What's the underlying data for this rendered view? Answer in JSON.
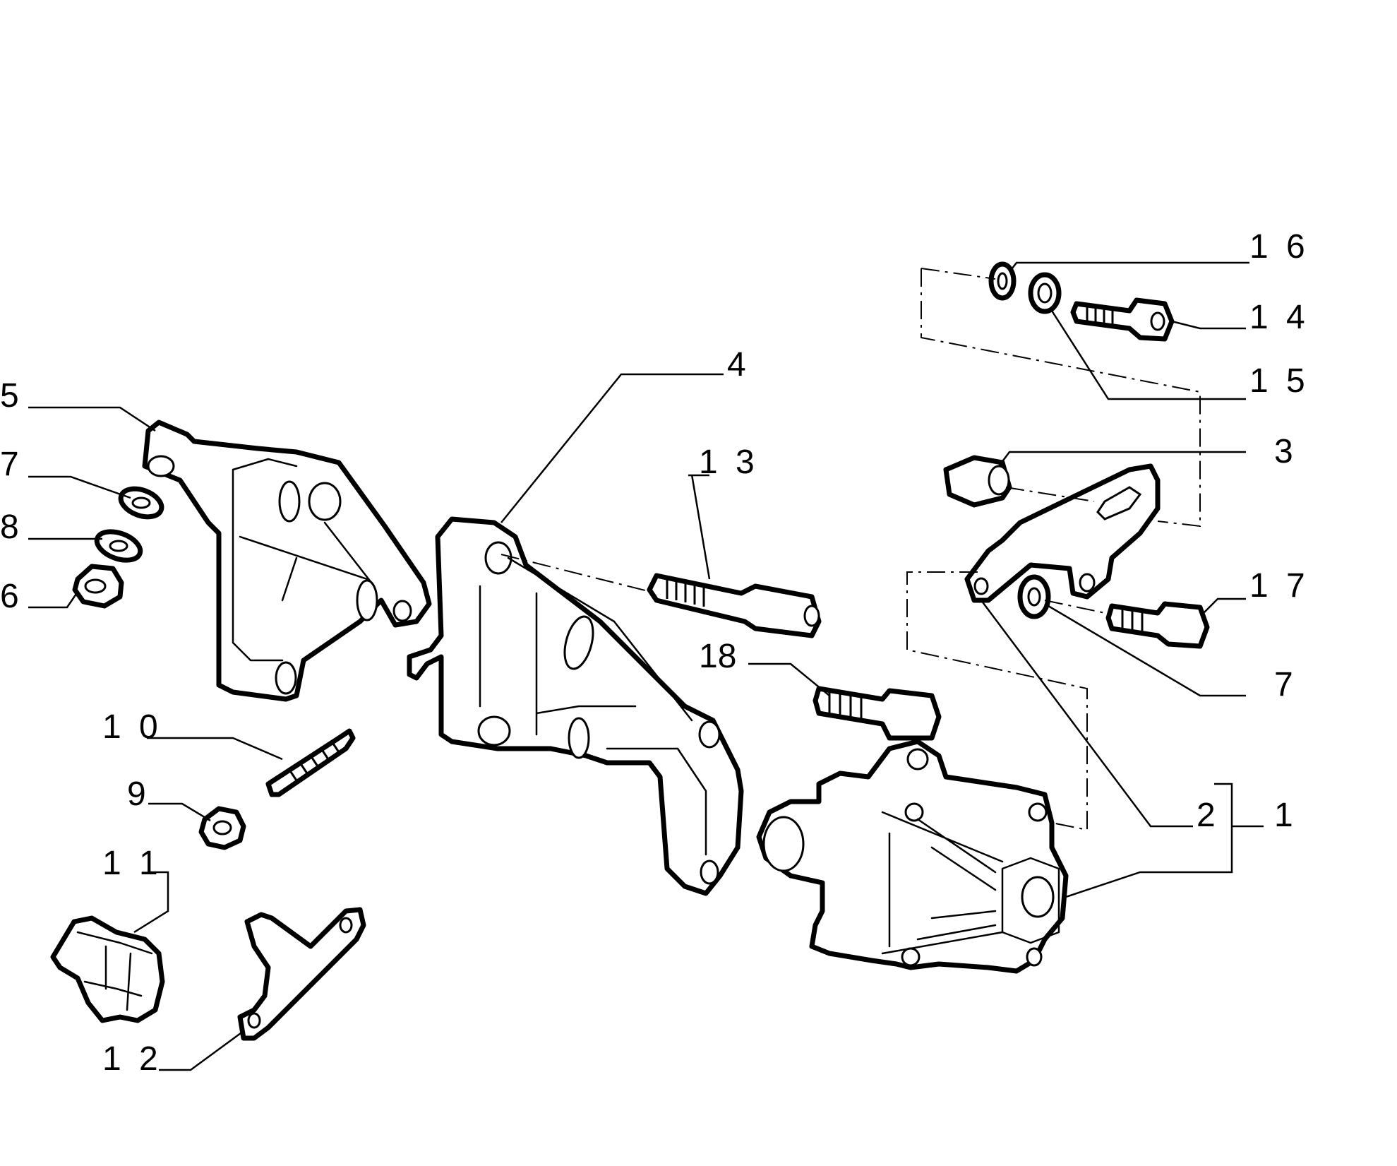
{
  "diagram": {
    "type": "exploded parts diagram",
    "callouts": [
      {
        "id": "c5",
        "label": "5"
      },
      {
        "id": "c7a",
        "label": "7"
      },
      {
        "id": "c8",
        "label": "8"
      },
      {
        "id": "c6",
        "label": "6"
      },
      {
        "id": "c10",
        "label": "1 0"
      },
      {
        "id": "c9",
        "label": "9"
      },
      {
        "id": "c11",
        "label": "1 1"
      },
      {
        "id": "c12",
        "label": "1 2"
      },
      {
        "id": "c4",
        "label": "4"
      },
      {
        "id": "c13",
        "label": "1 3"
      },
      {
        "id": "c18",
        "label": "18"
      },
      {
        "id": "c16",
        "label": "1 6"
      },
      {
        "id": "c14",
        "label": "1 4"
      },
      {
        "id": "c15",
        "label": "1 5"
      },
      {
        "id": "c3",
        "label": "3"
      },
      {
        "id": "c17",
        "label": "1 7"
      },
      {
        "id": "c7b",
        "label": "7"
      },
      {
        "id": "c2",
        "label": "2"
      },
      {
        "id": "c1",
        "label": "1"
      }
    ]
  }
}
